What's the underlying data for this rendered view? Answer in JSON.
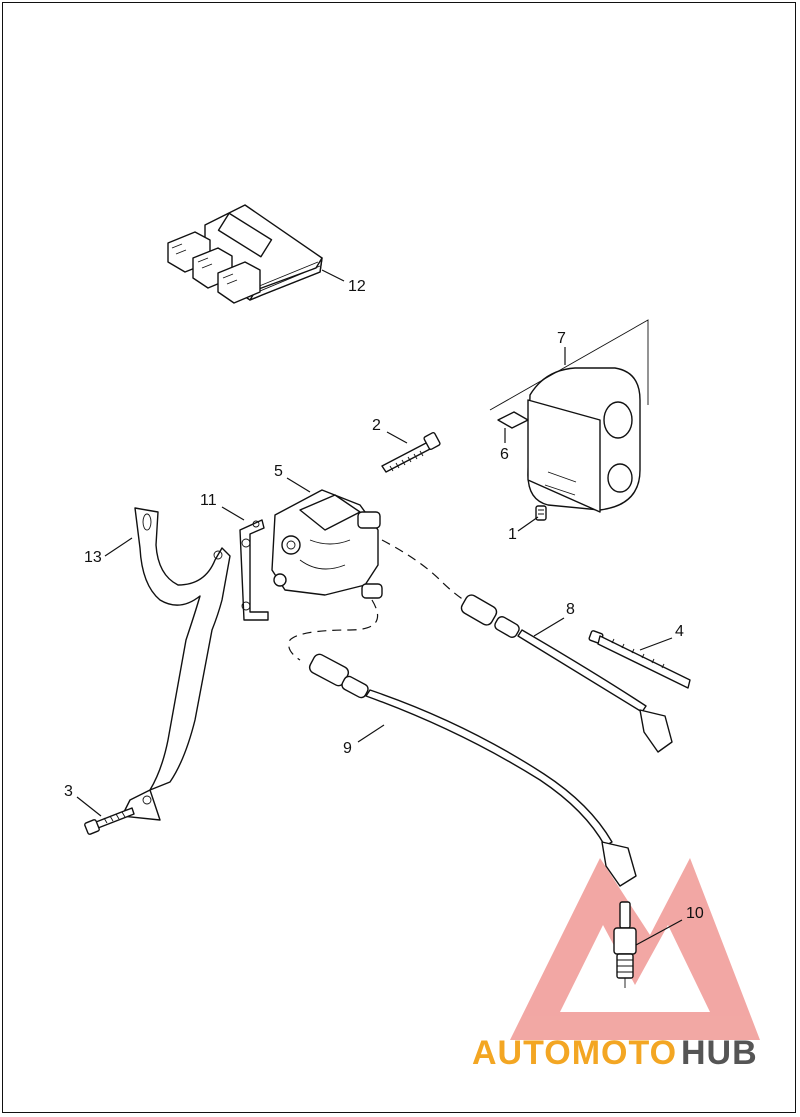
{
  "diagram": {
    "callouts": [
      "1",
      "2",
      "3",
      "4",
      "5",
      "6",
      "7",
      "8",
      "9",
      "10",
      "11",
      "12",
      "13"
    ],
    "parts": [
      {
        "id": "1",
        "name": "screw"
      },
      {
        "id": "2",
        "name": "bolt"
      },
      {
        "id": "3",
        "name": "bolt"
      },
      {
        "id": "4",
        "name": "cable tie"
      },
      {
        "id": "5",
        "name": "ignition coil"
      },
      {
        "id": "6",
        "name": "clip"
      },
      {
        "id": "7",
        "name": "coil cover"
      },
      {
        "id": "8",
        "name": "spark plug wire"
      },
      {
        "id": "9",
        "name": "spark plug wire"
      },
      {
        "id": "10",
        "name": "spark plug"
      },
      {
        "id": "11",
        "name": "bracket"
      },
      {
        "id": "12",
        "name": "module"
      },
      {
        "id": "13",
        "name": "mounting bracket"
      }
    ]
  },
  "watermark": {
    "brand_part1": "AUTOMOTO",
    "brand_part2": "HUB",
    "colors": {
      "triangle": "#e8605a",
      "part1": "#f3a623",
      "part2": "#555555"
    }
  },
  "colors": {
    "ink": "#111111",
    "background": "#ffffff"
  }
}
